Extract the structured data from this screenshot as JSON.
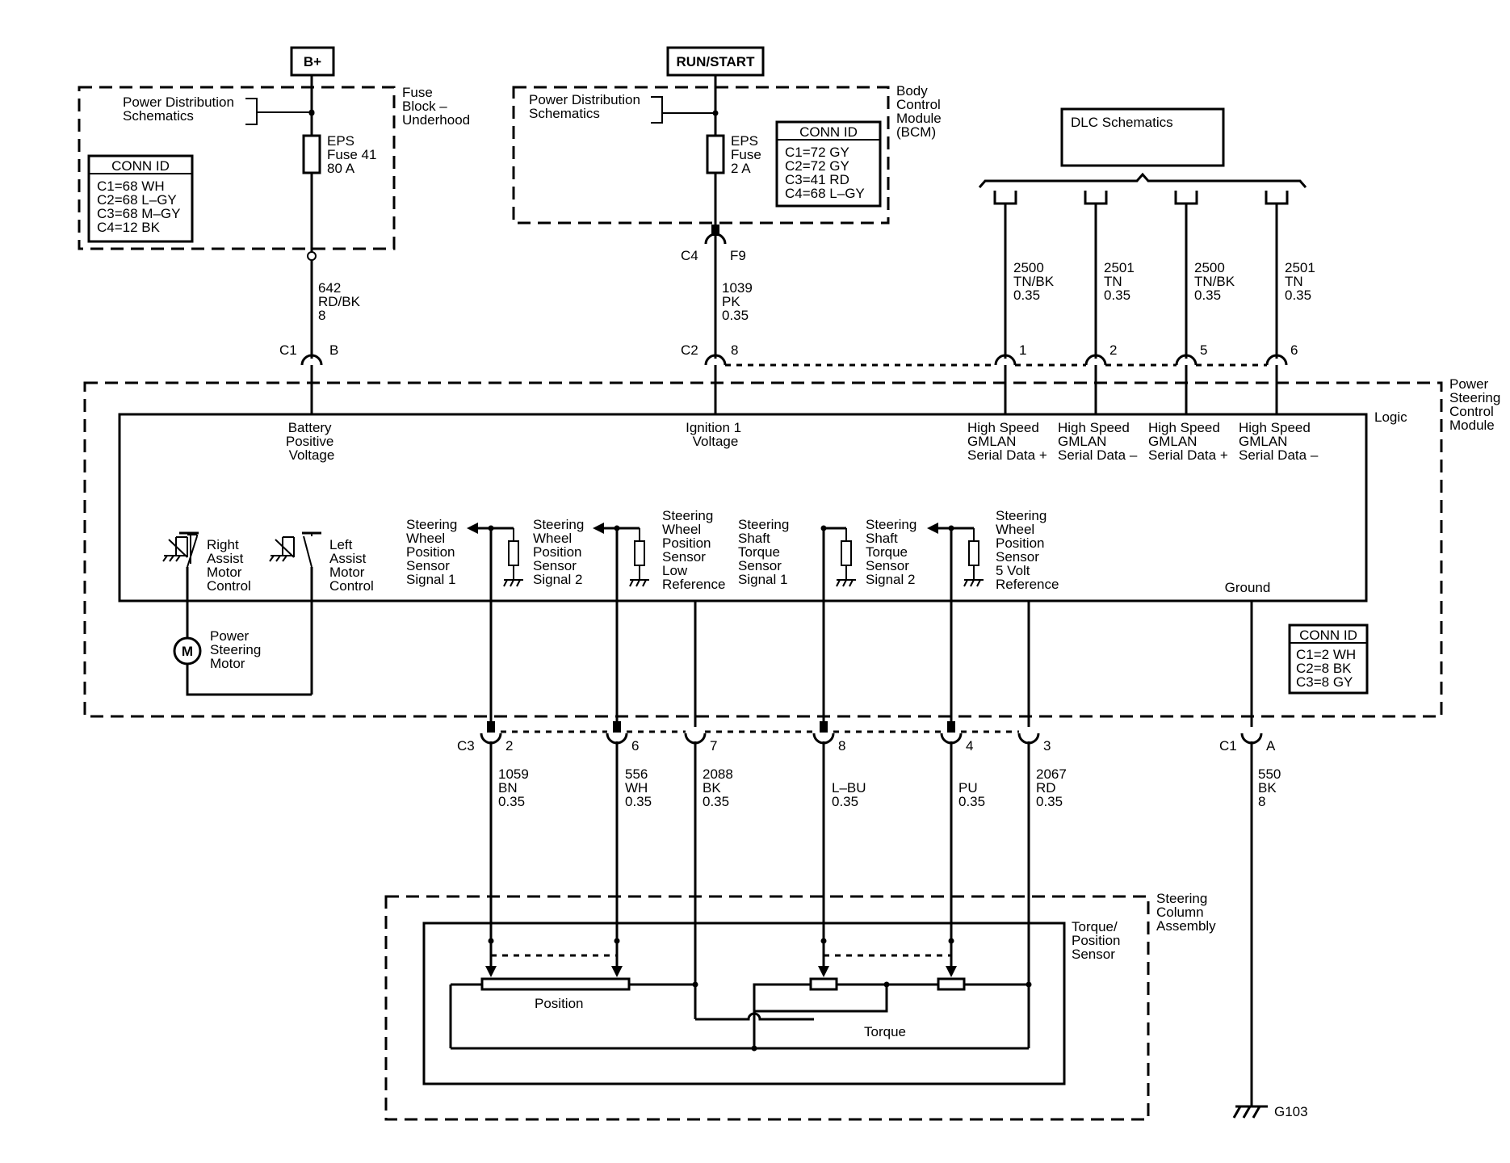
{
  "power_sources": {
    "bplus": "B+",
    "run_start": "RUN/START"
  },
  "fuse_block": {
    "label": [
      "Fuse",
      "Block –",
      "Underhood"
    ],
    "pd_schem": [
      "Power Distribution",
      "Schematics"
    ],
    "fuse": [
      "EPS",
      "Fuse 41",
      "80 A"
    ],
    "conn_title": "CONN ID",
    "conn": [
      "C1=68 WH",
      "C2=68 L–GY",
      "C3=68 M–GY",
      "C4=12 BK"
    ]
  },
  "bcm": {
    "label": [
      "Body",
      "Control",
      "Module",
      "(BCM)"
    ],
    "pd_schem": [
      "Power Distribution",
      "Schematics"
    ],
    "fuse": [
      "EPS",
      "Fuse",
      "2 A"
    ],
    "conn_title": "CONN ID",
    "conn": [
      "C1=72 GY",
      "C2=72 GY",
      "C3=41 RD",
      "C4=68 L–GY"
    ],
    "c4": "C4",
    "f9": "F9"
  },
  "dlc": {
    "label": "DLC Schematics"
  },
  "wires_top": {
    "w642": [
      "642",
      "RD/BK",
      "8"
    ],
    "w1039": [
      "1039",
      "PK",
      "0.35"
    ],
    "dlc1": [
      "2500",
      "TN/BK",
      "0.35"
    ],
    "dlc2": [
      "2501",
      "TN",
      "0.35"
    ],
    "dlc3": [
      "2500",
      "TN/BK",
      "0.35"
    ],
    "dlc4": [
      "2501",
      "TN",
      "0.35"
    ]
  },
  "pscm_pins_top": {
    "c1": "C1",
    "b": "B",
    "c2": "C2",
    "p8": "8",
    "p1": "1",
    "p2": "2",
    "p5": "5",
    "p6": "6"
  },
  "pscm": {
    "label": [
      "Power",
      "Steering",
      "Control",
      "Module"
    ],
    "logic": "Logic",
    "battery": [
      "Battery",
      "Positive",
      "Voltage"
    ],
    "ignition": [
      "Ignition 1",
      "Voltage"
    ],
    "gmlan": [
      [
        "High Speed",
        "GMLAN",
        "Serial Data +"
      ],
      [
        "High Speed",
        "GMLAN",
        "Serial Data –"
      ],
      [
        "High Speed",
        "GMLAN",
        "Serial Data +"
      ],
      [
        "High Speed",
        "GMLAN",
        "Serial Data –"
      ]
    ],
    "right_motor": [
      "Right",
      "Assist",
      "Motor",
      "Control"
    ],
    "left_motor": [
      "Left",
      "Assist",
      "Motor",
      "Control"
    ],
    "motor_symbol": "M",
    "motor": [
      "Power",
      "Steering",
      "Motor"
    ],
    "sws1": [
      "Steering",
      "Wheel",
      "Position",
      "Sensor",
      "Signal 1"
    ],
    "sws2": [
      "Steering",
      "Wheel",
      "Position",
      "Sensor",
      "Signal 2"
    ],
    "swlow": [
      "Steering",
      "Wheel",
      "Position",
      "Sensor",
      "Low",
      "Reference"
    ],
    "sst1": [
      "Steering",
      "Shaft",
      "Torque",
      "Sensor",
      "Signal 1"
    ],
    "sst2": [
      "Steering",
      "Shaft",
      "Torque",
      "Sensor",
      "Signal 2"
    ],
    "sw5v": [
      "Steering",
      "Wheel",
      "Position",
      "Sensor",
      "5 Volt",
      "Reference"
    ],
    "ground": "Ground",
    "conn_title": "CONN ID",
    "conn": [
      "C1=2 WH",
      "C2=8 BK",
      "C3=8 GY"
    ]
  },
  "pscm_pins_bottom": {
    "c3": "C3",
    "p2": "2",
    "p6": "6",
    "p7": "7",
    "p8": "8",
    "p4": "4",
    "p3": "3",
    "c1": "C1",
    "a": "A"
  },
  "wires_bottom": {
    "w1059": [
      "1059",
      "BN",
      "0.35"
    ],
    "w556": [
      "556",
      "WH",
      "0.35"
    ],
    "w2088": [
      "2088",
      "BK",
      "0.35"
    ],
    "wlbu": [
      "L–BU",
      "0.35"
    ],
    "wpu": [
      "PU",
      "0.35"
    ],
    "w2067": [
      "2067",
      "RD",
      "0.35"
    ],
    "w550": [
      "550",
      "BK",
      "8"
    ]
  },
  "column": {
    "label": [
      "Steering",
      "Column",
      "Assembly"
    ],
    "sensor": [
      "Torque/",
      "Position",
      "Sensor"
    ],
    "position": "Position",
    "torque": "Torque"
  },
  "ground_id": "G103"
}
